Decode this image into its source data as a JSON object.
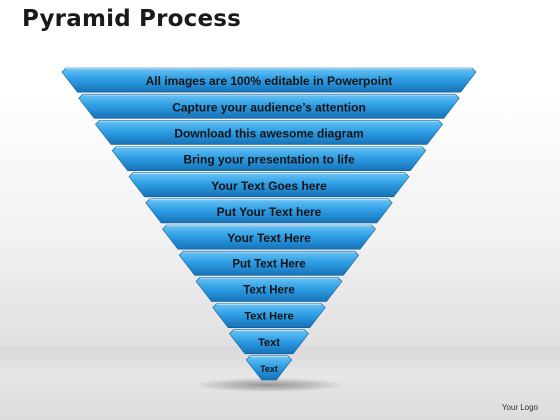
{
  "slide": {
    "title": "Pyramid Process",
    "logo_text": "Your Logo"
  },
  "pyramid": {
    "tiers": [
      "All images are 100% editable in Powerpoint",
      "Capture your audience’s  attention",
      "Download this awesome diagram",
      "Bring your presentation to life",
      "Your Text Goes here",
      "Put Your Text here",
      "Your Text Here",
      "Put Text Here",
      "Text Here",
      "Text Here",
      "Text",
      "Text"
    ]
  },
  "colors": {
    "tier_top": "#6cc4f4",
    "tier_mid": "#2f9fe6",
    "tier_bottom": "#1672b8",
    "tier_edge": "#0d5a96"
  }
}
